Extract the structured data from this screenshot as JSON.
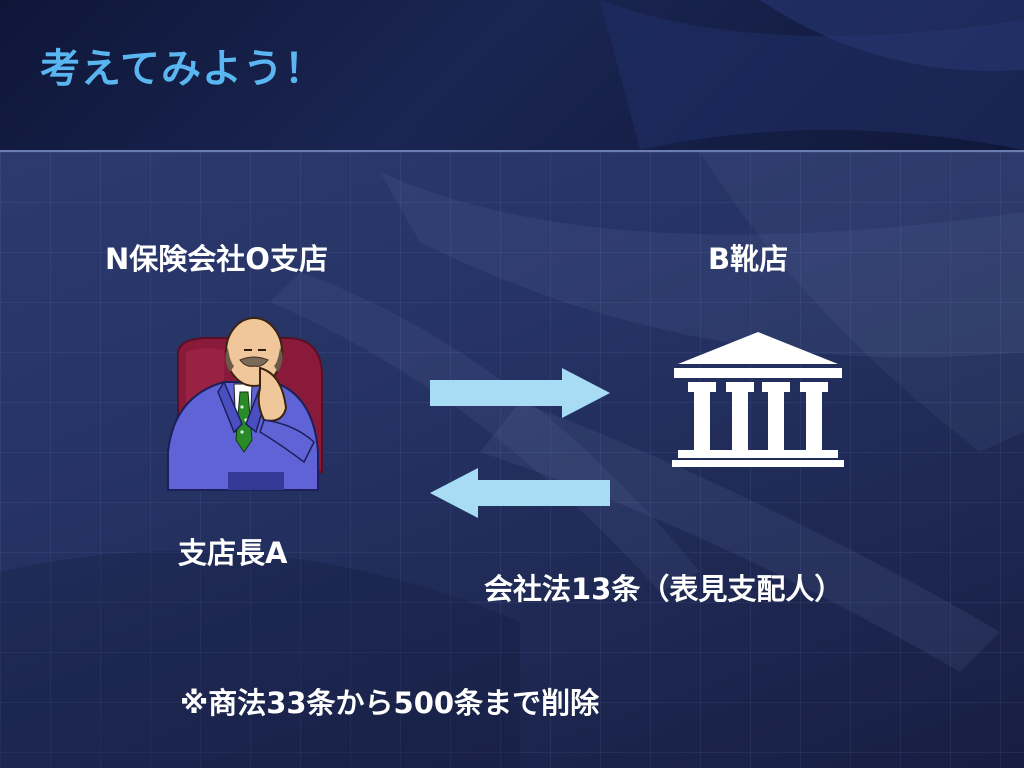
{
  "title": "考えてみよう！",
  "nodes": {
    "company": "N保険会社O支店",
    "shop": "B靴店",
    "manager": "支店長A"
  },
  "law_note": "会社法13条（表見支配人）",
  "footnote": "※商法33条から500条まで削除",
  "colors": {
    "title": "#5ab6f0",
    "arrow": "#a8dcf5",
    "text": "#ffffff",
    "background": "#1e2852"
  },
  "icons": {
    "manager": "businessman-icon",
    "shop": "bank-building-icon",
    "arrow_right": "arrow-right-icon",
    "arrow_left": "arrow-left-icon"
  }
}
